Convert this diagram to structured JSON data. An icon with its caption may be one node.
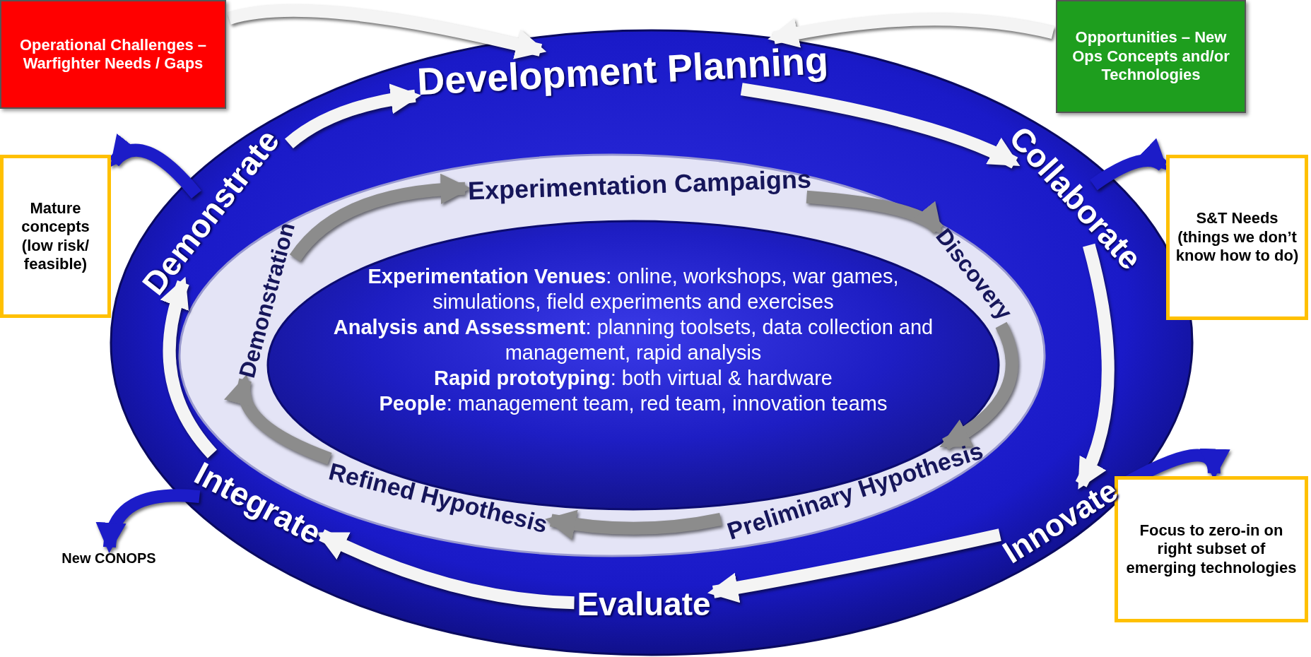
{
  "diagram": {
    "nodes": [
      {
        "text": [
          "Operational Challenges – Warfighter Needs / Gaps"
        ]
      },
      {
        "text": [
          "Opportunities – New Ops Concepts and/or Technologies"
        ]
      },
      {
        "text": [
          "Mature concepts (low risk/ feasible)"
        ]
      },
      {
        "text": [
          "S&T Needs (things we don’t know how to do)"
        ]
      },
      {
        "text": [
          "Focus to zero-in on right subset of emerging technologies"
        ]
      },
      {
        "text": [
          "New CONOPS"
        ]
      },
      {
        "text": [
          "Development Planning"
        ]
      },
      {
        "text": [
          "Collaborate"
        ]
      },
      {
        "text": [
          "Innovate"
        ]
      },
      {
        "text": [
          "Evaluate"
        ]
      },
      {
        "text": [
          "Integrate"
        ]
      },
      {
        "text": [
          "Demonstrate"
        ]
      },
      {
        "text": [
          "Experimentation Campaigns"
        ]
      },
      {
        "text": [
          "Discovery"
        ]
      },
      {
        "text": [
          "Preliminary Hypothesis"
        ]
      },
      {
        "text": [
          "Refined Hypothesis"
        ]
      },
      {
        "text": [
          "Demonstration"
        ]
      },
      {
        "text": [
          "**Experimentation Venues**: online, workshops, war games, simulations, field experiments and exercises",
          "**Analysis and Assessment**: planning toolsets, data collection and management, rapid analysis",
          "**Rapid prototyping**: both virtual & hardware",
          "**People**: management team, red team, innovation teams"
        ]
      }
    ],
    "edges": [
      {
        "from": 0,
        "to": 6,
        "arrow": "to"
      },
      {
        "from": 1,
        "to": 6,
        "arrow": "to"
      },
      {
        "from": 11,
        "to": 6,
        "arrow": "to"
      },
      {
        "from": 6,
        "to": 7,
        "arrow": "to"
      },
      {
        "from": 7,
        "to": 8,
        "arrow": "to"
      },
      {
        "from": 8,
        "to": 9,
        "arrow": "to"
      },
      {
        "from": 9,
        "to": 10,
        "arrow": "to"
      },
      {
        "from": 10,
        "to": 11,
        "arrow": "to"
      },
      {
        "from": 16,
        "to": 12,
        "arrow": "to",
        "color": "#8c8c8c"
      },
      {
        "from": 12,
        "to": 13,
        "arrow": "to",
        "color": "#8c8c8c"
      },
      {
        "from": 13,
        "to": 14,
        "arrow": "to",
        "color": "#8c8c8c"
      },
      {
        "from": 14,
        "to": 15,
        "arrow": "to",
        "color": "#8c8c8c"
      },
      {
        "from": 15,
        "to": 16,
        "arrow": "to",
        "color": "#8c8c8c"
      },
      {
        "from": 11,
        "to": 2,
        "arrow": "to",
        "color": "#1c1cc8"
      },
      {
        "from": 7,
        "to": 3,
        "arrow": "to",
        "color": "#1c1cc8"
      },
      {
        "from": 8,
        "to": 4,
        "arrow": "to",
        "color": "#1c1cc8"
      },
      {
        "from": 10,
        "to": 5,
        "arrow": "to",
        "color": "#1c1cc8"
      }
    ]
  }
}
